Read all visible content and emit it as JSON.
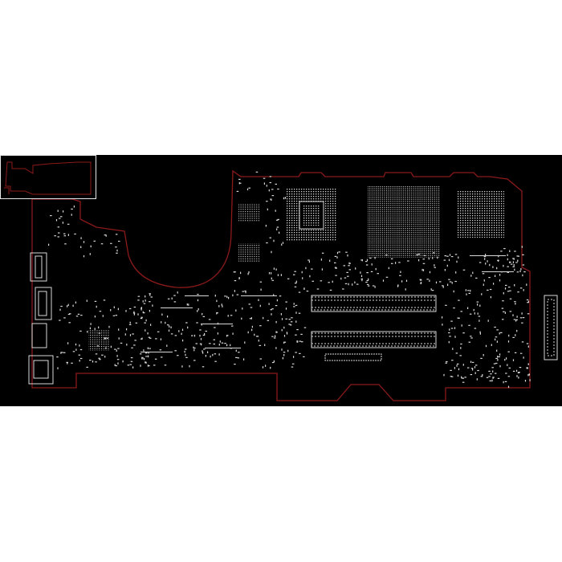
{
  "viewer": {
    "background": "#000000",
    "outline_color": "#8b1a1a",
    "component_color": "#d8d8d8",
    "overview_frame_color": "#e8e8e8",
    "overview_label": ""
  },
  "board": {
    "view": "pcb-boardview",
    "chips": [
      {
        "name": "bga-chip-left",
        "pattern": "ball-grid"
      },
      {
        "name": "bga-chip-center",
        "pattern": "ball-grid"
      },
      {
        "name": "bga-chip-right",
        "pattern": "ball-grid"
      }
    ],
    "memory_slots": 4,
    "connector_count": 5
  }
}
